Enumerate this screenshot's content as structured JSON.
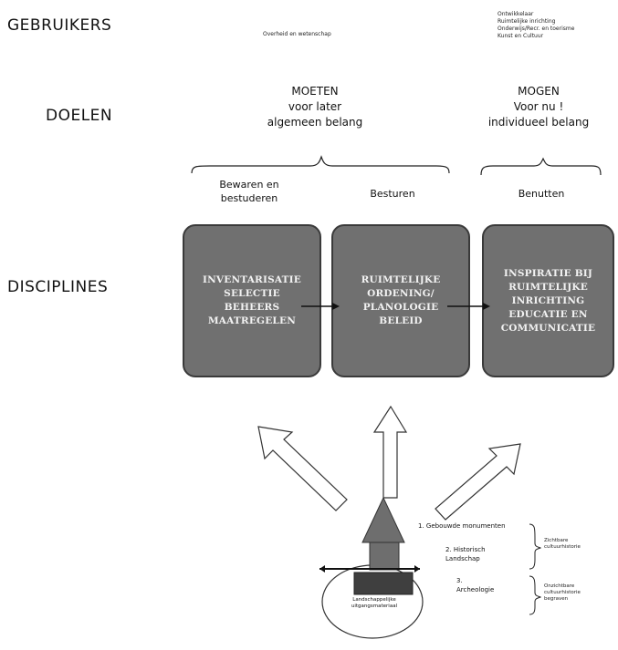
{
  "rows": {
    "gebruikers": "GEBRUIKERS",
    "doelen": "DOELEN",
    "disciplines": "DISCIPLINES"
  },
  "users": {
    "left": "Overheid en wetenschap",
    "right": [
      "Ontwikkelaar",
      "Ruimtelijke inrichting",
      "Onderwijs/Recr. en toerisme",
      "Kunst en Cultuur"
    ]
  },
  "goals": {
    "moeten": [
      "MOETEN",
      "voor later",
      "algemeen belang"
    ],
    "mogen": [
      "MOGEN",
      "Voor nu !",
      "individueel belang"
    ]
  },
  "subgoals": {
    "bewaren": [
      "Bewaren en",
      "bestuderen"
    ],
    "besturen": "Besturen",
    "benutten": "Benutten"
  },
  "boxes": {
    "b1": "INVENTARISATIE\nSELECTIE\nBEHEERS\nMAATREGELEN",
    "b2": "RUIMTELIJKE\nORDENING/\nPLANOLOGIE\nBELEID",
    "b3": "INSPIRATIE BIJ\nRUIMTELIJKE\nINRICHTING\nEDUCATIE EN\nCOMMUNICATIE"
  },
  "layers": {
    "l1": "1. Gebouwde monumenten",
    "l2": [
      "2. Historisch",
      "Landschap"
    ],
    "l3": [
      "3.",
      "Archeologie"
    ]
  },
  "braces": {
    "zichtbaar": [
      "Zichtbare",
      "cultuurhistorie"
    ],
    "onzichtbaar": [
      "Onzichtbare",
      "cultuurhistorie",
      "begraven"
    ]
  },
  "ellipse_label": [
    "Landschappelijke",
    "uitgangsmateriaal"
  ],
  "colors": {
    "box_fill": "#707070",
    "box_border": "#3a3a3a",
    "house": "#6e6e6e",
    "base": "#3f3f3f"
  }
}
